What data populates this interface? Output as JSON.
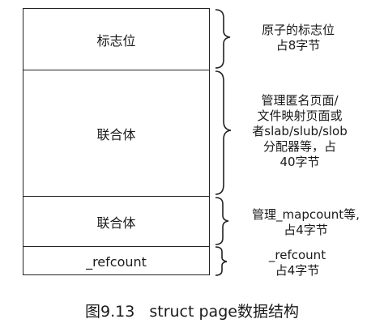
{
  "fields": [
    {
      "label": "标志位"
    },
    {
      "label": "联合体"
    },
    {
      "label": "联合体"
    },
    {
      "label": "_refcount"
    }
  ],
  "notes": [
    {
      "lines": [
        "原子的标志位",
        "占8字节"
      ]
    },
    {
      "lines": [
        "管理匿名页面/",
        "文件映射页面或",
        "者slab/slub/slob",
        "分配器等，占",
        "40字节"
      ]
    },
    {
      "lines": [
        "管理_mapcount等,",
        "占4字节"
      ]
    },
    {
      "lines": [
        "_refcount",
        "占4字节"
      ]
    }
  ],
  "caption": {
    "figure_number": "图9.13",
    "title": "struct page数据结构"
  }
}
